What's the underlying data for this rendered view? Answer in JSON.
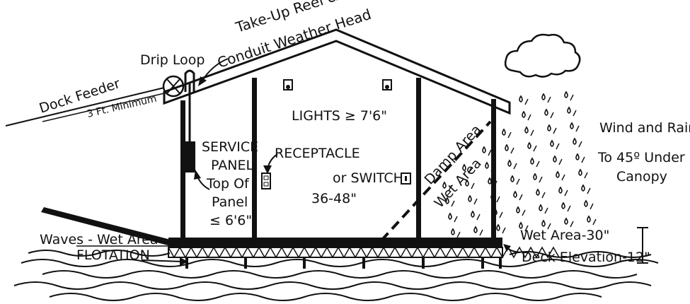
{
  "labels": {
    "take_up_reel_1": "Take-Up Reel &",
    "take_up_reel_2": "Conduit Weather Head",
    "drip_loop": "Drip Loop",
    "dock_feeder": "Dock Feeder",
    "min_distance": "3 Ft. Minimum",
    "lights": "LIGHTS ≥ 7'6\"",
    "service_panel_1": "SERVICE",
    "service_panel_2": "PANEL",
    "service_panel_3": "Top Of",
    "service_panel_4": "Panel",
    "service_panel_5": "≤ 6'6\"",
    "receptacle": "RECEPTACLE",
    "or_switch": "or SWITCH",
    "height_range": "36-48\"",
    "damp_area": "Damp Area",
    "wet_area_diag": "Wet Area",
    "wind_rain": "Wind and Rain",
    "under_canopy_1": "To 45º Under",
    "under_canopy_2": "Canopy",
    "waves_wet_area": "Waves - Wet Area",
    "flotation": "FLOTATION",
    "wet_area_30": "Wet Area-30\"",
    "deck_elevation": "Deck Elevation-12\""
  },
  "colors": {
    "ink": "#111111",
    "background": "#ffffff"
  }
}
